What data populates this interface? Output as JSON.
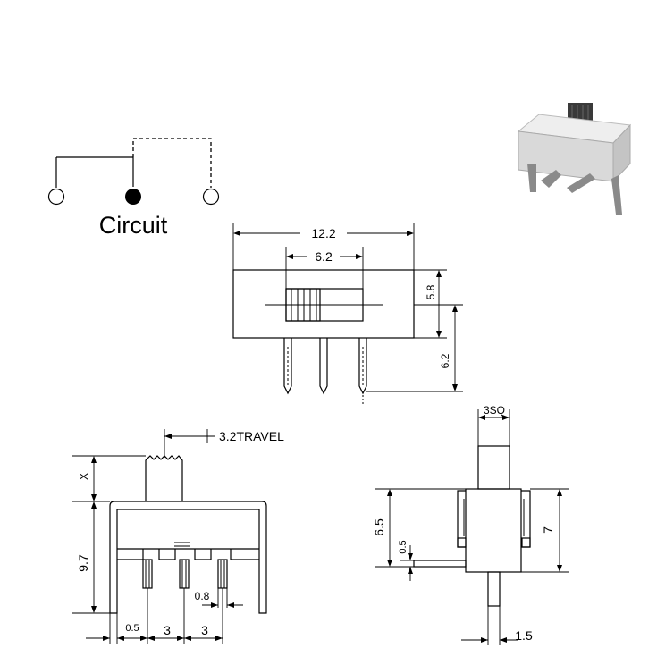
{
  "circuit": {
    "label": "Circuit"
  },
  "top_view": {
    "dim_width_total": "12.2",
    "dim_width_slider": "6.2",
    "dim_height_body": "5.8",
    "dim_height_pins": "6.2"
  },
  "front_view": {
    "dim_travel": "3.2TRAVEL",
    "dim_x": "X",
    "dim_height": "9.7",
    "dim_pin_width": "0.8",
    "dim_offset": "0.5",
    "dim_pitch_1": "3",
    "dim_pitch_2": "3"
  },
  "side_view": {
    "dim_actuator": "3SQ",
    "dim_body": "6.5",
    "dim_tab": "0.5",
    "dim_height": "7",
    "dim_pin": "1.5"
  },
  "colors": {
    "line": "#000000",
    "photo_body": "#d9d9d9",
    "photo_actuator": "#3a3a3a",
    "photo_pins": "#8a8a8a"
  }
}
